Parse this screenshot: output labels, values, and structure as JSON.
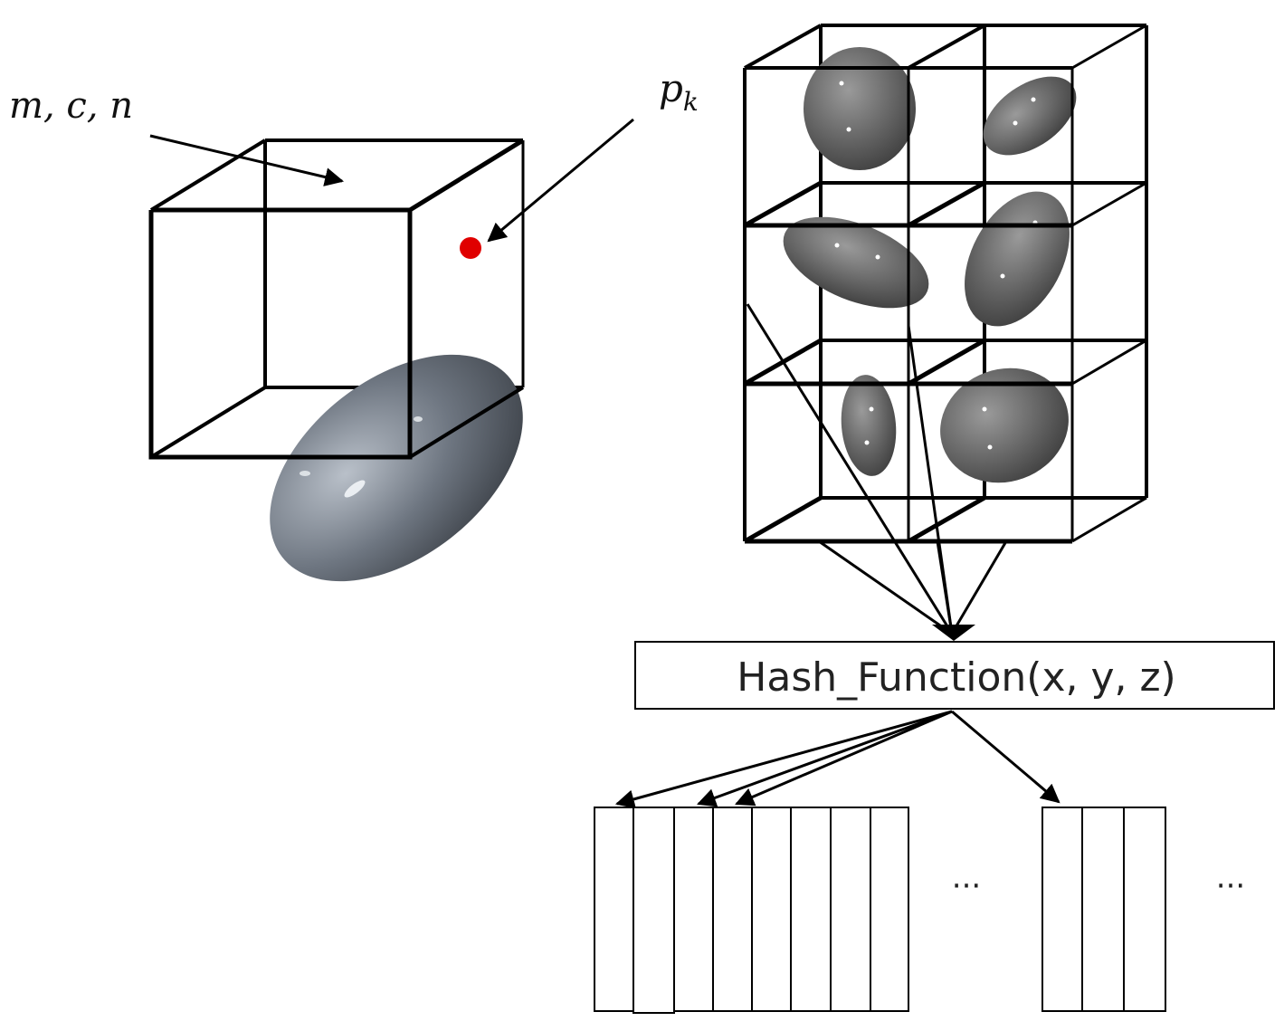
{
  "diagram": {
    "cell_label": "m, c, n",
    "point_label_base": "p",
    "point_label_sub": "k",
    "hash_function_label": "Hash_Function(x, y, z)",
    "bucket_group1_ellipsis": "···",
    "bucket_group2_ellipsis": "···"
  },
  "colors": {
    "line": "#000000",
    "point": "#e00000",
    "ellipsoid_light": "#9aa2ad",
    "ellipsoid_dark": "#4a4f57",
    "ellipsoid_grey_light": "#8c8c8c",
    "ellipsoid_grey_dark": "#3c3c3c"
  }
}
